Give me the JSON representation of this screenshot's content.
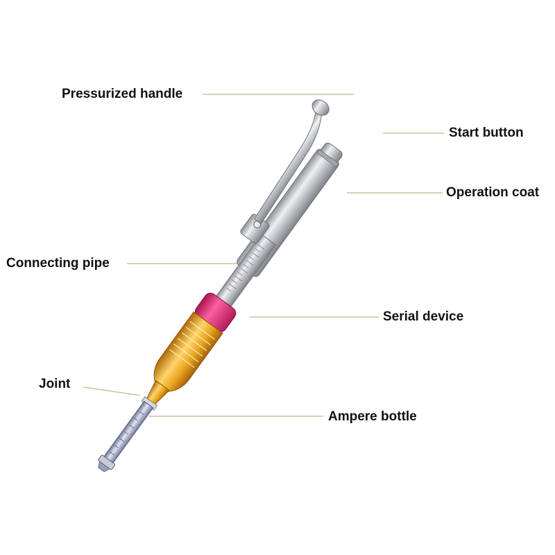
{
  "labels": {
    "pressurized_handle": "Pressurized handle",
    "start_button": "Start button",
    "operation_coat": "Operation coat",
    "connecting_pipe": "Connecting pipe",
    "serial_device": "Serial device",
    "joint": "Joint",
    "ampere_bottle": "Ampere bottle"
  },
  "colors": {
    "leader_line": "#c9c29a",
    "steel": "#b9bcbf",
    "pink": "#e0287a",
    "gold": "#e6a21e",
    "syringe": "#9fa6c8"
  }
}
